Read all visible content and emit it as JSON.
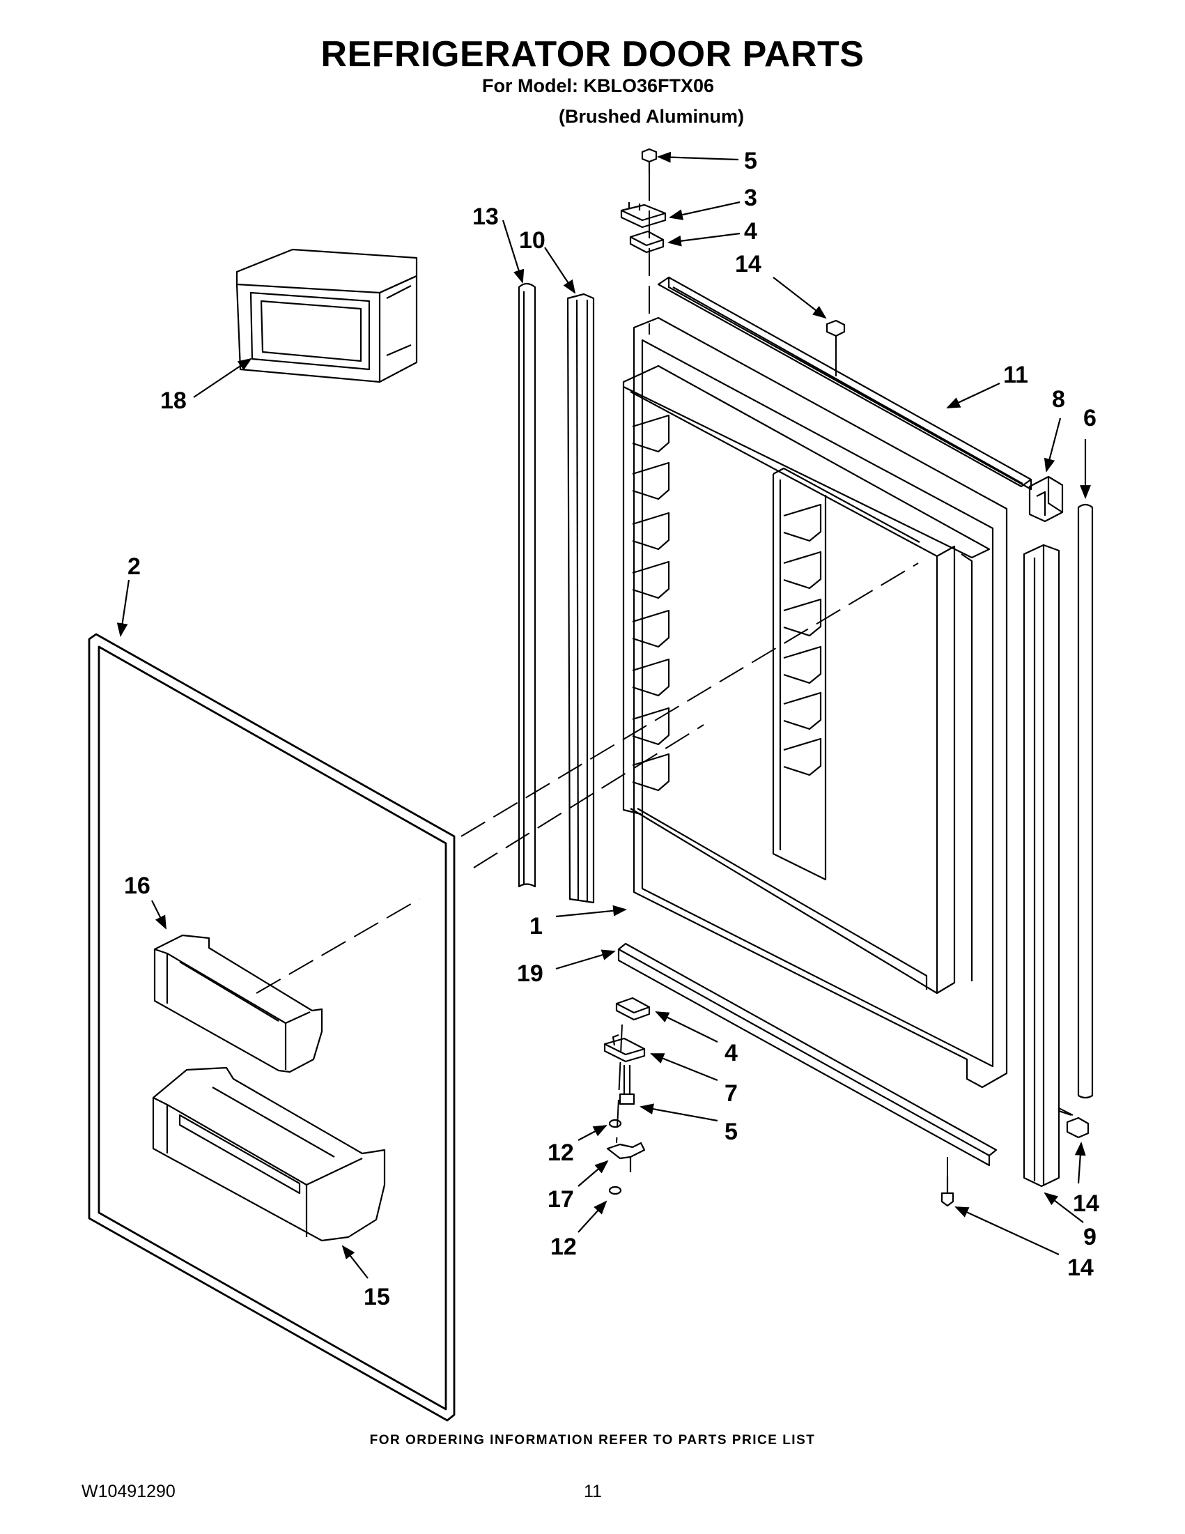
{
  "page": {
    "title": "REFRIGERATOR DOOR PARTS",
    "model_line": "For Model: KBLO36FTX06",
    "finish_line": "(Brushed Aluminum)",
    "footer_note": "FOR ORDERING INFORMATION REFER TO PARTS PRICE LIST",
    "doc_number": "W10491290",
    "page_number": "11"
  },
  "callouts": [
    {
      "id": "c5a",
      "label": "5"
    },
    {
      "id": "c3",
      "label": "3"
    },
    {
      "id": "c4a",
      "label": "4"
    },
    {
      "id": "c14a",
      "label": "14"
    },
    {
      "id": "c13",
      "label": "13"
    },
    {
      "id": "c10",
      "label": "10"
    },
    {
      "id": "c18",
      "label": "18"
    },
    {
      "id": "c11",
      "label": "11"
    },
    {
      "id": "c8",
      "label": "8"
    },
    {
      "id": "c6",
      "label": "6"
    },
    {
      "id": "c2",
      "label": "2"
    },
    {
      "id": "c16",
      "label": "16"
    },
    {
      "id": "c1",
      "label": "1"
    },
    {
      "id": "c19",
      "label": "19"
    },
    {
      "id": "c4b",
      "label": "4"
    },
    {
      "id": "c7",
      "label": "7"
    },
    {
      "id": "c5b",
      "label": "5"
    },
    {
      "id": "c12a",
      "label": "12"
    },
    {
      "id": "c17",
      "label": "17"
    },
    {
      "id": "c12b",
      "label": "12"
    },
    {
      "id": "c15",
      "label": "15"
    },
    {
      "id": "c14b",
      "label": "14"
    },
    {
      "id": "c9",
      "label": "9"
    },
    {
      "id": "c14c",
      "label": "14"
    }
  ]
}
